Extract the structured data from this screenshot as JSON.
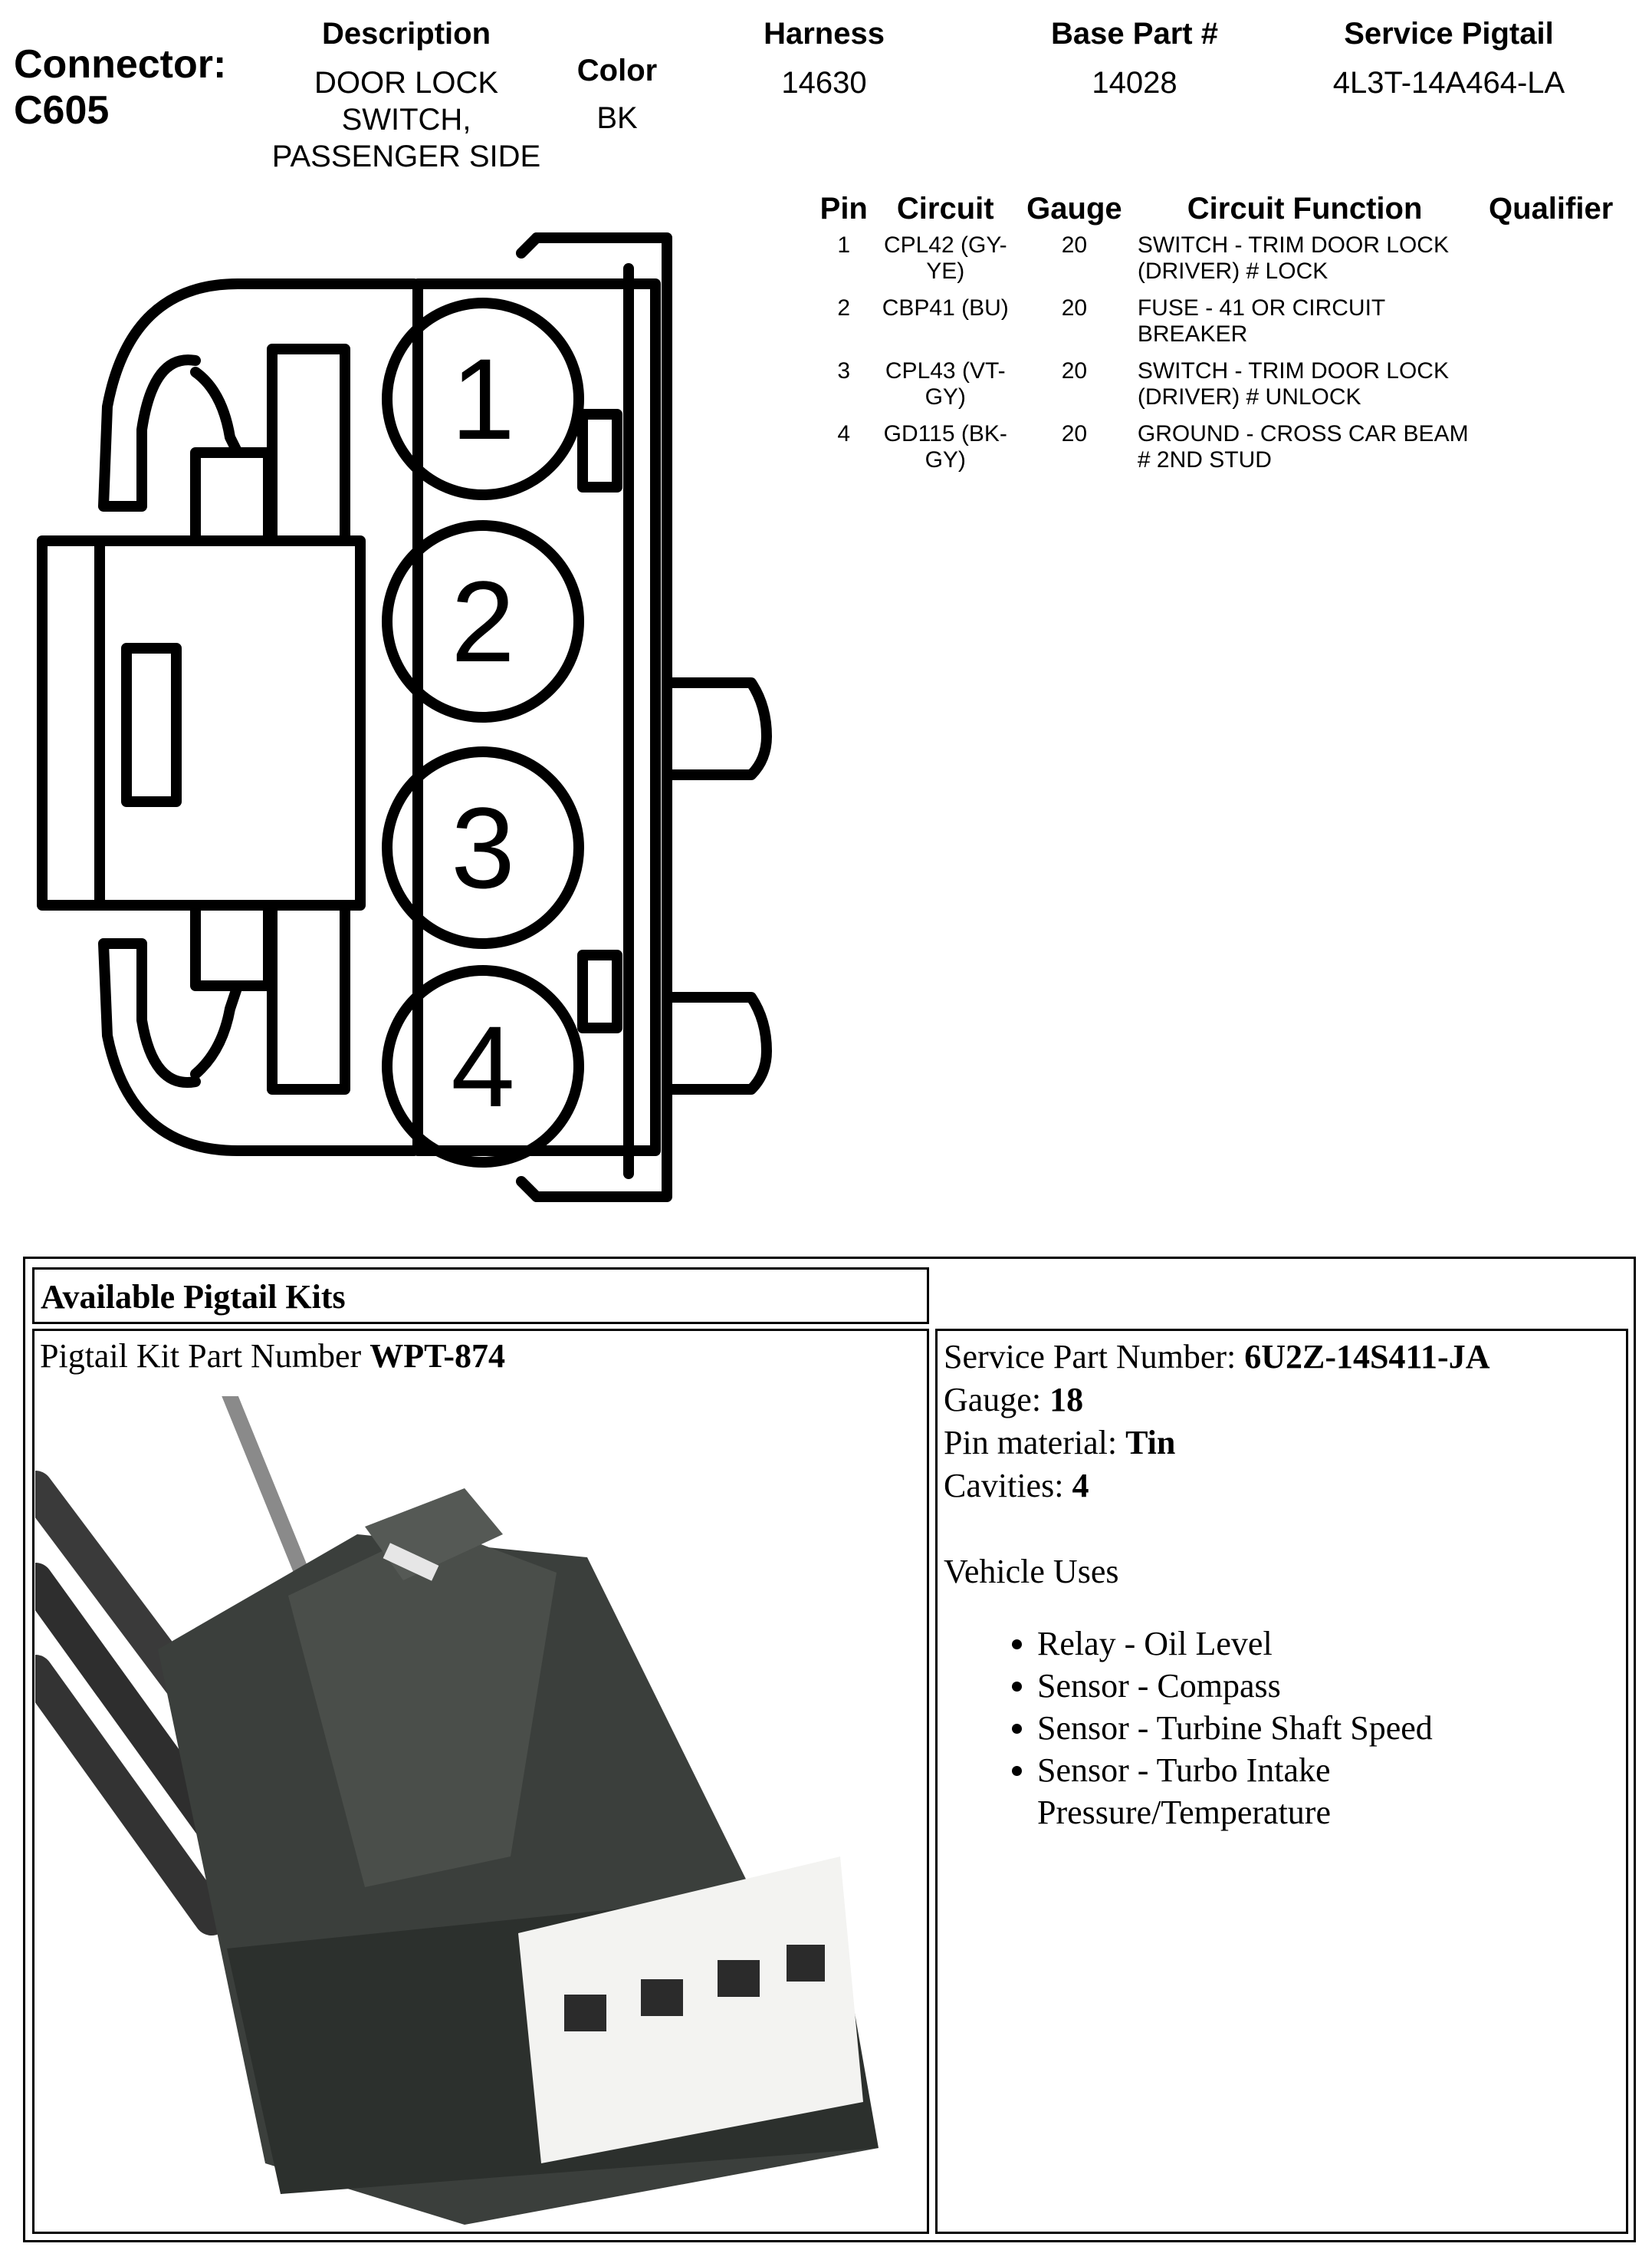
{
  "header": {
    "connector_label": "Connector:",
    "connector_id": "C605",
    "description_title": "Description",
    "description_lines": [
      "DOOR LOCK",
      "SWITCH,",
      "PASSENGER SIDE"
    ],
    "color_title": "Color",
    "color_value": "BK",
    "harness_title": "Harness",
    "harness_value": "14630",
    "base_part_title": "Base Part #",
    "base_part_value": "14028",
    "service_pigtail_title": "Service Pigtail",
    "service_pigtail_value": "4L3T-14A464-LA"
  },
  "connector_diagram": {
    "pin_labels": [
      "1",
      "2",
      "3",
      "4"
    ]
  },
  "pin_table": {
    "columns": [
      "Pin",
      "Circuit",
      "Gauge",
      "Circuit Function",
      "Qualifier"
    ],
    "rows": [
      {
        "pin": "1",
        "circuit": "CPL42 (GY-YE)",
        "gauge": "20",
        "function": "SWITCH - TRIM DOOR LOCK (DRIVER) # LOCK",
        "qualifier": ""
      },
      {
        "pin": "2",
        "circuit": "CBP41 (BU)",
        "gauge": "20",
        "function": "FUSE - 41 OR CIRCUIT BREAKER",
        "qualifier": ""
      },
      {
        "pin": "3",
        "circuit": "CPL43 (VT-GY)",
        "gauge": "20",
        "function": "SWITCH - TRIM DOOR LOCK (DRIVER) # UNLOCK",
        "qualifier": ""
      },
      {
        "pin": "4",
        "circuit": "GD115 (BK-GY)",
        "gauge": "20",
        "function": "GROUND - CROSS CAR BEAM # 2ND STUD",
        "qualifier": ""
      }
    ]
  },
  "kit": {
    "heading": "Available Pigtail Kits",
    "part_number_label": "Pigtail Kit Part Number ",
    "part_number_value": "WPT-874",
    "service_part_label": "Service Part Number: ",
    "service_part_value": "6U2Z-14S411-JA",
    "gauge_label": "Gauge: ",
    "gauge_value": "18",
    "pin_material_label": "Pin material: ",
    "pin_material_value": "Tin",
    "cavities_label": "Cavities: ",
    "cavities_value": "4",
    "vehicle_uses_label": "Vehicle Uses",
    "vehicle_uses": [
      "Relay - Oil Level",
      "Sensor - Compass",
      "Sensor - Turbine Shaft Speed",
      "Sensor - Turbo Intake Pressure/Temperature"
    ]
  }
}
